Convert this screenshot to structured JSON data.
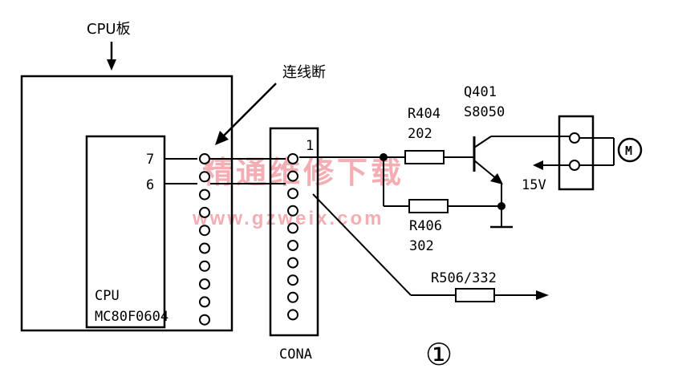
{
  "diagram": {
    "cpu_board_label": "CPU板",
    "break_note": "连线断",
    "cpu_pin_7": "7",
    "cpu_pin_6": "6",
    "cpu_name": "CPU",
    "cpu_part": "MC80F0604",
    "connector_pin_1": "1",
    "connector_name": "CONA",
    "transistor_ref": "Q401",
    "transistor_part": "S8050",
    "r404_ref": "R404",
    "r404_value": "202",
    "r406_ref": "R406",
    "r406_value": "302",
    "r506_label": "R506/332",
    "supply_label": "15V",
    "motor_label": "M",
    "figure_number": "①",
    "watermark_cn": "精通维修下载",
    "watermark_url": "www.gzweix.com"
  }
}
